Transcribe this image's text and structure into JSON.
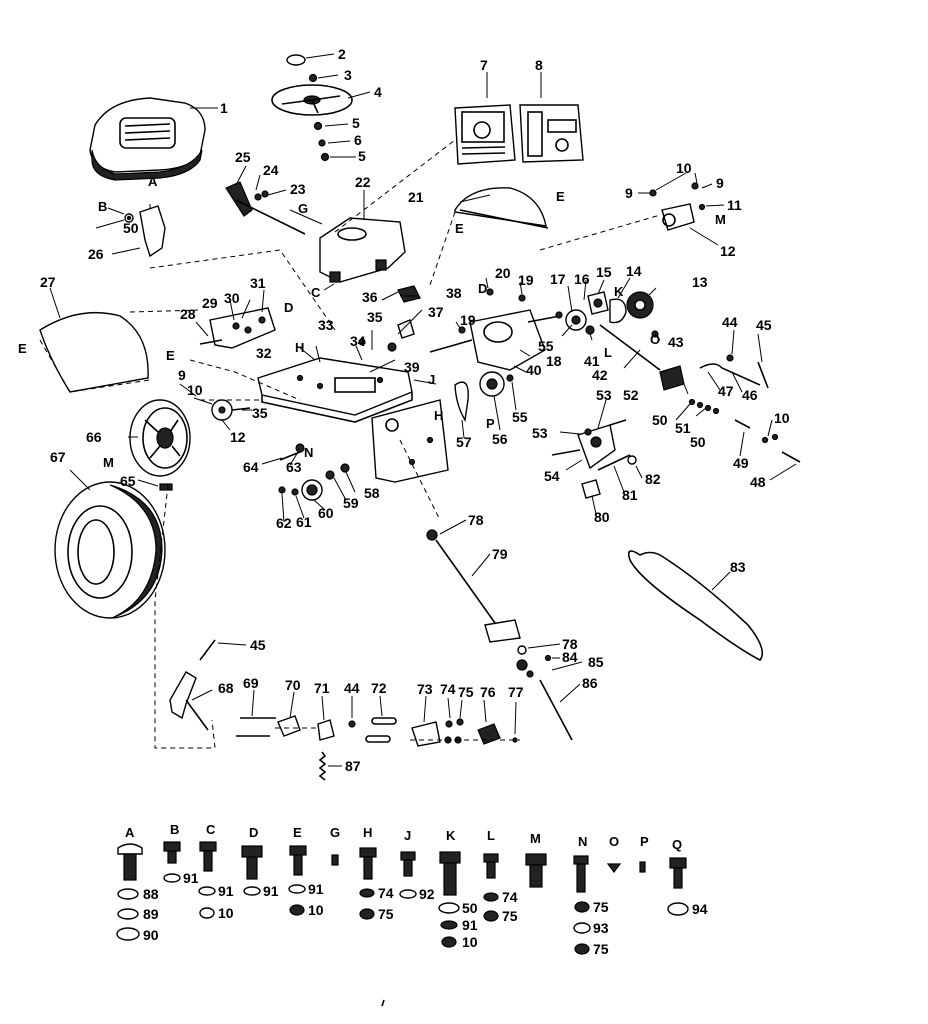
{
  "parts": {
    "p1": "1",
    "p2": "2",
    "p3": "3",
    "p4": "4",
    "p5a": "5",
    "p6": "6",
    "p5b": "5",
    "p7": "7",
    "p8": "8",
    "p9a": "9",
    "p10a": "10",
    "p9b": "9",
    "p11": "11",
    "p12a": "12",
    "p13": "13",
    "p14": "14",
    "p15": "15",
    "p16": "16",
    "p17": "17",
    "p18": "18",
    "p19a": "19",
    "p19b": "19",
    "p20": "20",
    "p21": "21",
    "p22": "22",
    "p23": "23",
    "p24": "24",
    "p25": "25",
    "p26": "26",
    "p27": "27",
    "p28": "28",
    "p29": "29",
    "p30": "30",
    "p31": "31",
    "p32": "32",
    "p33": "33",
    "p34": "34",
    "p35a": "35",
    "p35b": "35",
    "p36": "36",
    "p37": "37",
    "p38": "38",
    "p39": "39",
    "p40": "40",
    "p41": "41",
    "p42": "42",
    "p43": "43",
    "p44a": "44",
    "p45a": "45",
    "p46": "46",
    "p47": "47",
    "p48": "48",
    "p49": "49",
    "p50a": "50",
    "p50b": "50",
    "p50c": "50",
    "p51": "51",
    "p52": "52",
    "p53a": "53",
    "p53b": "53",
    "p54": "54",
    "p55a": "55",
    "p55b": "55",
    "p56": "56",
    "p57": "57",
    "p58": "58",
    "p59": "59",
    "p60": "60",
    "p61": "61",
    "p62": "62",
    "p63": "63",
    "p64": "64",
    "p65": "65",
    "p66": "66",
    "p67": "67",
    "p9c": "9",
    "p10b": "10",
    "p12b": "12",
    "p10c": "10",
    "p78a": "78",
    "p79": "79",
    "p78b": "78",
    "p80": "80",
    "p81": "81",
    "p82": "82",
    "p83": "83",
    "p84": "84",
    "p85": "85",
    "p86": "86",
    "p45b": "45",
    "p68": "68",
    "p69": "69",
    "p70": "70",
    "p71": "71",
    "p44b": "44",
    "p72": "72",
    "p73": "73",
    "p74": "74",
    "p75": "75",
    "p76": "76",
    "p77": "77",
    "p87": "87"
  },
  "letters": {
    "A1": "A",
    "B1": "B",
    "C1": "C",
    "D1": "D",
    "D2": "D",
    "E1": "E",
    "E2": "E",
    "E3": "E",
    "E4": "E",
    "E5": "E",
    "G1": "G",
    "H1": "H",
    "H2": "H",
    "J1": "J",
    "K1": "K",
    "L1": "L",
    "M1": "M",
    "M2": "M",
    "N1": "N",
    "O1": "O",
    "O2": "O",
    "P1": "P",
    "Q1": "Q"
  },
  "hardware_chart": {
    "headers": [
      "A",
      "B",
      "C",
      "D",
      "E",
      "G",
      "H",
      "J",
      "K",
      "L",
      "M",
      "N",
      "O",
      "P",
      "Q"
    ],
    "A": [
      "88",
      "89",
      "90"
    ],
    "B": [
      "91"
    ],
    "C": [
      "91",
      "10"
    ],
    "D": [
      "91"
    ],
    "E": [
      "91",
      "10"
    ],
    "G": [],
    "H": [
      "74",
      "75"
    ],
    "J": [
      "92"
    ],
    "K": [
      "50",
      "91",
      "10"
    ],
    "L": [
      "74",
      "75"
    ],
    "M": [],
    "N": [
      "75",
      "93",
      "75"
    ],
    "O": [],
    "P": [],
    "Q": [
      "94"
    ]
  }
}
